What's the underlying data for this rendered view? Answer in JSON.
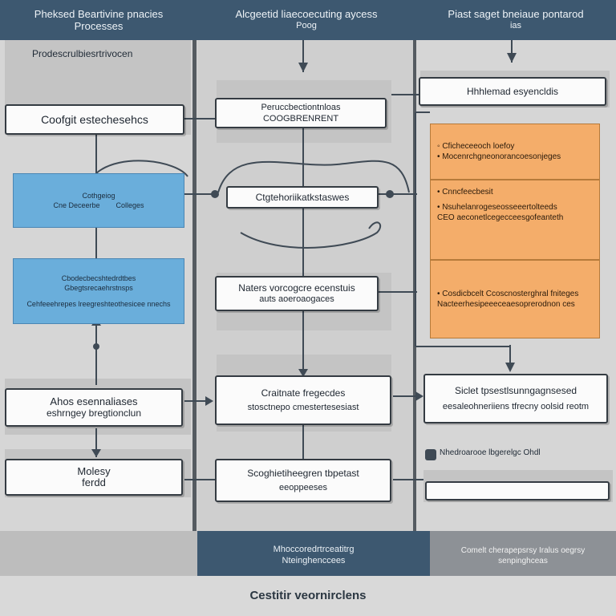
{
  "headers": {
    "left": {
      "line1": "Pheksed Beartivine pnacies",
      "line2": "Processes"
    },
    "middle": {
      "line1": "Alcgeetid liaecoecuting aycess",
      "line2": "Poog"
    },
    "right": {
      "line1": "Piast saget bneiaue pontarod",
      "line2": "ias"
    }
  },
  "left_column": {
    "label": "Prodescrulbiesrtrivocen",
    "box1": "Coofgit estechesehcs",
    "blue1": {
      "line1": "Cothgeiog",
      "line2": "Cne Deceerbe        Colleges"
    },
    "blue2": {
      "line1": "Cbodecbecshtedrdtbes",
      "line2": "Gbegtsrecaehrstnsps",
      "line3": "Cehfeeehrepes lreegreshteothesicee nnechs"
    },
    "box2": {
      "line1": "Ahos esennaliases",
      "line2": "eshrngey bregtionclun"
    },
    "box3": {
      "line1": "Molesy",
      "line2": "ferdd"
    }
  },
  "middle_column": {
    "box1": {
      "line1": "Peruccbectiontnloas",
      "line2": "COOGBRENRENT"
    },
    "box2": "Ctgtehoriikatkstaswes",
    "box3": {
      "line1": "Naters vorcogcre ecenstuis",
      "line2": "auts aoeroaogaces"
    },
    "box4": {
      "line1": "Craitnate fregecdes",
      "line2": "stosctnepo cmestertesesiast"
    },
    "box5": {
      "line1": "Scoghietiheegren tbpetast",
      "line2": "eeoppeeses"
    }
  },
  "right_column": {
    "box1": "Hhhlemad esyencldis",
    "orange1": {
      "line1": "◦ Cficheceeoch loefoy",
      "line2": "• Mocenrchgneonorancoesonjeges"
    },
    "orange2": {
      "line1": "• Cnncfeecbesit",
      "line2": "• Nsuhelanrogeseosseeertolteeds",
      "line3": "CEO aeconetlcegecceesgofeanteth"
    },
    "orange3": {
      "line1": "• Cosdicbcelt Ccoscnosterghral fniteges",
      "line2": "Nacteerhesipeeeceaesoprerodnon ces"
    },
    "box2": {
      "line1": "Siclet tpsestlsunngagnsesed",
      "line2": "eesaleohneriiens tfrecny oolsid reotm"
    },
    "label2": "Nhedroarooe lbgerelgc Ohdl",
    "bar_label": ""
  },
  "footer": {
    "center": {
      "line1": "Mhoccoredrtrceatitrg",
      "line2": "Nteinghenccees"
    },
    "right": {
      "line1": "Comelt cherapepsrsy Iralus oegrsy",
      "line2": "senpinghceas"
    },
    "main": "Cestitir veornirclens"
  },
  "colors": {
    "header": "#3d5870",
    "blue": "#6aaedb",
    "orange": "#f4ad6a",
    "box_border": "#343b42",
    "connector": "#3f4a55"
  }
}
